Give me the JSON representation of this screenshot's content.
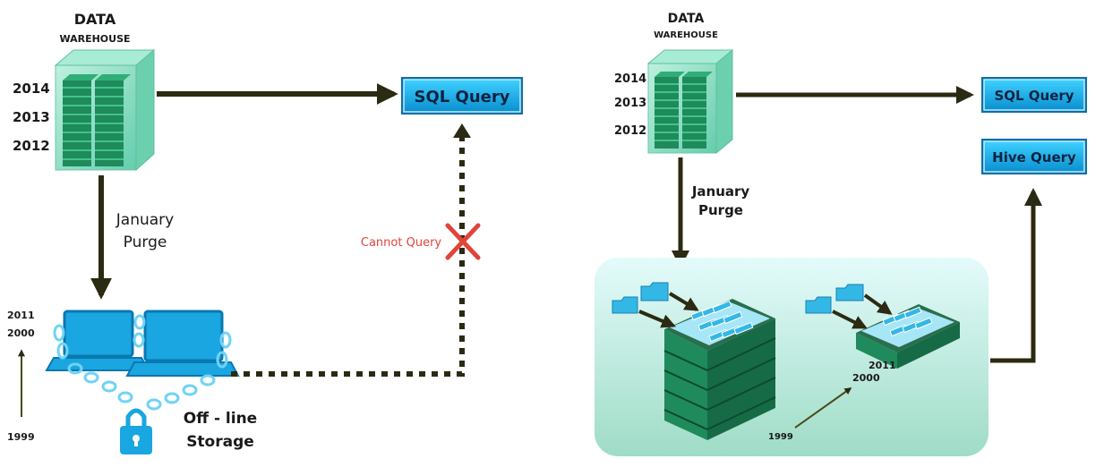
{
  "left": {
    "warehouse": {
      "title": "DATA",
      "subtitle": "WAREHOUSE",
      "years": [
        "2014",
        "2013",
        "2012"
      ]
    },
    "sql_query": "SQL Query",
    "purge_label": [
      "January",
      "Purge"
    ],
    "cannot_query": "Cannot Query",
    "offline_label": [
      "Off - line",
      "Storage"
    ],
    "archive_years": {
      "top": "2011",
      "mid": "2000",
      "bottom": "1999"
    }
  },
  "right": {
    "warehouse": {
      "title": "DATA",
      "subtitle": "WAREHOUSE",
      "years": [
        "2014",
        "2013",
        "2012"
      ]
    },
    "sql_query": "SQL Query",
    "hive_query": "Hive Query",
    "purge_label": [
      "January",
      "Purge"
    ],
    "archive_years": {
      "top": "2011",
      "mid": "2000",
      "bottom": "1999"
    }
  },
  "colors": {
    "arrow": "#2b2a12",
    "query_box": "#1ab2e8",
    "cube_glass": "#7fdcc4",
    "server": "#1f8a5c",
    "lake_bg": "#c9f0ec",
    "cannot_query": "#e0443a",
    "laptop": "#1aa6e0"
  }
}
